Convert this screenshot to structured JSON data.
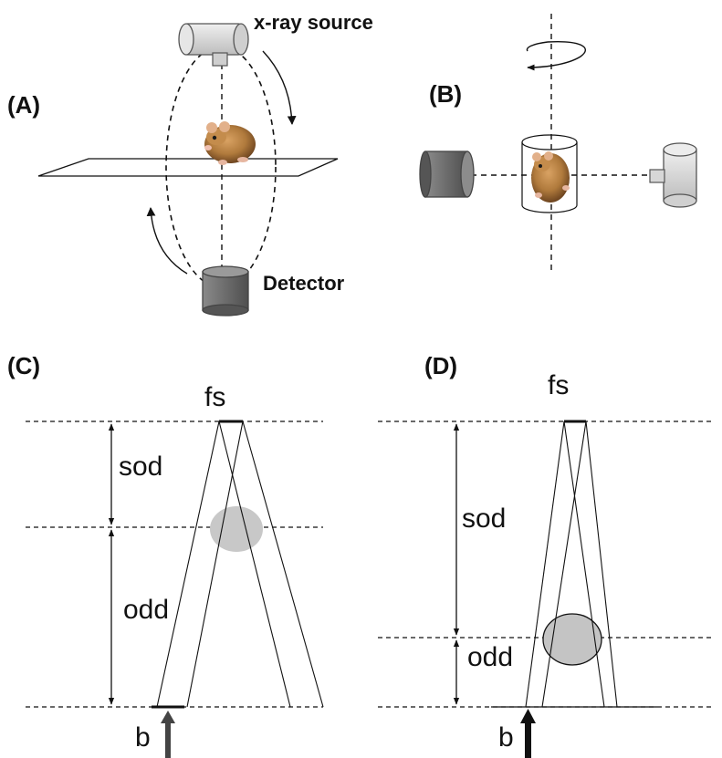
{
  "panels": {
    "A": {
      "label": "(A)",
      "source_label": "x-ray source",
      "detector_label": "Detector"
    },
    "B": {
      "label": "(B)"
    },
    "C": {
      "label": "(C)",
      "focal_spot_label": "fs",
      "sod_label": "sod",
      "odd_label": "odd",
      "b_label": "b"
    },
    "D": {
      "label": "(D)",
      "focal_spot_label": "fs",
      "sod_label": "sod",
      "odd_label": "odd",
      "b_label": "b"
    }
  },
  "colors": {
    "line": "#111111",
    "source_fill": "#d4d4d4",
    "detector_fill": "#6b6b6b",
    "object_fill": "#c8c8c8",
    "mouse_fill": "#b07a3c"
  },
  "icons": {
    "source": "xray-source-icon",
    "detector": "detector-icon",
    "animal": "mouse-icon"
  }
}
